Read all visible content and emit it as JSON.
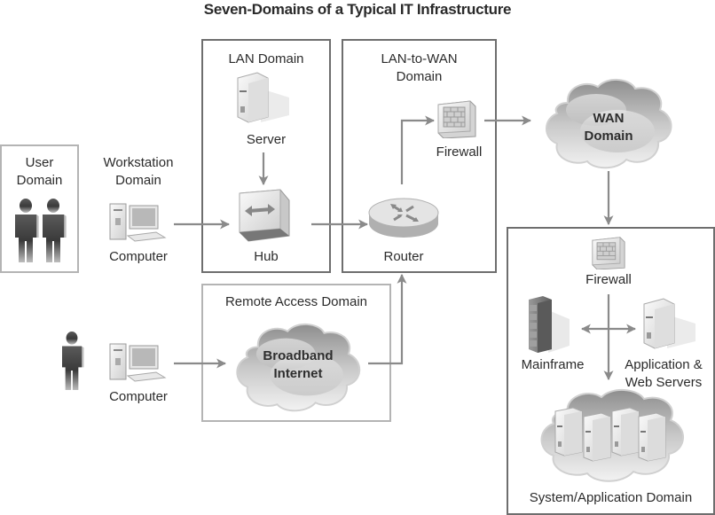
{
  "title": "Seven-Domains of a Typical IT Infrastructure",
  "domains": {
    "user": {
      "label_line1": "User",
      "label_line2": "Domain"
    },
    "workstation": {
      "label_line1": "Workstation",
      "label_line2": "Domain",
      "device": "Computer"
    },
    "lan": {
      "label": "LAN Domain",
      "server": "Server",
      "hub": "Hub"
    },
    "lan_to_wan": {
      "label_line1": "LAN-to-WAN",
      "label_line2": "Domain",
      "firewall": "Firewall",
      "router": "Router"
    },
    "wan": {
      "label_line1": "WAN",
      "label_line2": "Domain"
    },
    "remote_access": {
      "label": "Remote Access Domain",
      "device": "Computer",
      "cloud_line1": "Broadband",
      "cloud_line2": "Internet"
    },
    "system_application": {
      "label": "System/Application Domain",
      "firewall": "Firewall",
      "mainframe": "Mainframe",
      "app_servers_line1": "Application &",
      "app_servers_line2": "Web Servers"
    }
  },
  "icons": {
    "user": "person-icon",
    "computer": "desktop-computer-icon",
    "server": "server-icon",
    "hub": "hub-icon",
    "router": "router-icon",
    "firewall": "firewall-icon",
    "cloud": "cloud-icon",
    "mainframe": "mainframe-icon",
    "server_farm": "server-cluster-icon"
  },
  "colors": {
    "dark_border": "#6e6e6e",
    "light_border": "#b4b4b4",
    "arrow": "#8a8a8a",
    "text": "#2b2b2b"
  }
}
